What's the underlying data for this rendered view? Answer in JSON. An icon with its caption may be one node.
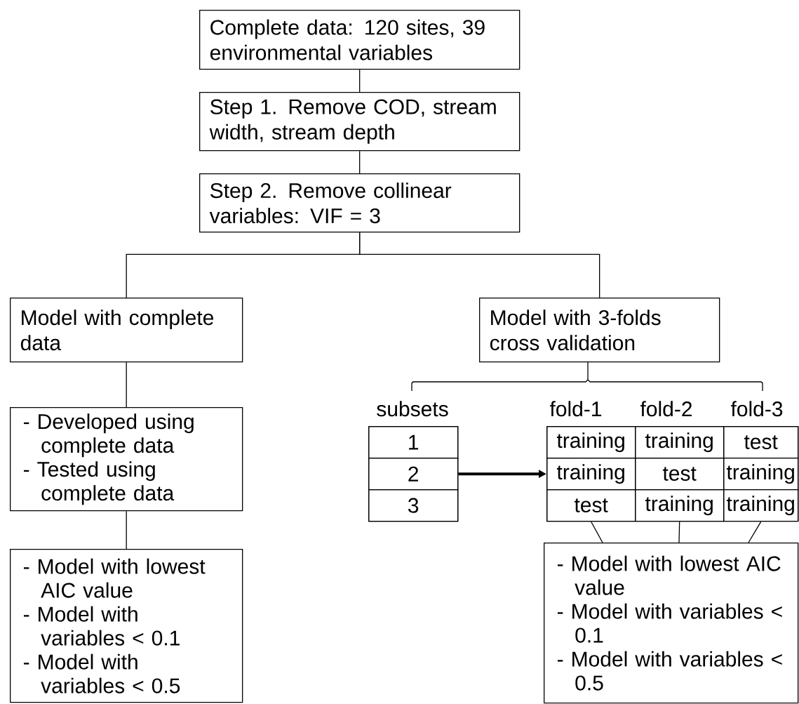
{
  "diagram": {
    "nodes": [
      {
        "text": [
          "Complete data: 120 sites, 39 environmental variables"
        ]
      },
      {
        "text": [
          "Step 1. Remove COD, stream width, stream depth"
        ]
      },
      {
        "text": [
          "Step 2. Remove collinear variables: VIF = 3"
        ]
      },
      {
        "text": [
          "Model with complete data"
        ]
      },
      {
        "text": [
          "Model with 3-folds cross validation"
        ]
      },
      {
        "text": [
          "- Developed using complete data",
          "- Tested using complete data"
        ]
      },
      {
        "text": [
          "- Model with lowest AIC value",
          "- Model with variables < 0.1",
          "- Model with variables < 0.5"
        ]
      },
      {
        "text": [
          "subsets"
        ]
      },
      {
        "text": [
          "1"
        ],
        "in": 7
      },
      {
        "text": [
          "2"
        ],
        "in": 7
      },
      {
        "text": [
          "3"
        ],
        "in": 7
      },
      {
        "text": [
          "fold-1",
          "fold-2",
          "fold-3"
        ]
      },
      {
        "text": [
          "training"
        ],
        "in": 11
      },
      {
        "text": [
          "training"
        ],
        "in": 11
      },
      {
        "text": [
          "test"
        ],
        "in": 11
      },
      {
        "text": [
          "training"
        ],
        "in": 11
      },
      {
        "text": [
          "test"
        ],
        "in": 11
      },
      {
        "text": [
          "training"
        ],
        "in": 11
      },
      {
        "text": [
          "test"
        ],
        "in": 11
      },
      {
        "text": [
          "training"
        ],
        "in": 11
      },
      {
        "text": [
          "training"
        ],
        "in": 11
      },
      {
        "text": [
          "- Model with lowest AIC value",
          "- Model with variables < 0.1",
          "- Model with variables < 0.5"
        ]
      }
    ],
    "edges": [
      {
        "from": 0,
        "to": 1,
        "arrow": "none"
      },
      {
        "from": 1,
        "to": 2,
        "arrow": "none"
      },
      {
        "from": 2,
        "to": 3,
        "arrow": "none"
      },
      {
        "from": 2,
        "to": 4,
        "arrow": "none"
      },
      {
        "from": 3,
        "to": 5,
        "arrow": "none"
      },
      {
        "from": 5,
        "to": 6,
        "arrow": "none"
      },
      {
        "from": 9,
        "to": 11,
        "arrow": "to",
        "style": "thick"
      },
      {
        "from": 18,
        "to": 21,
        "arrow": "none"
      },
      {
        "from": 19,
        "to": 21,
        "arrow": "none"
      },
      {
        "from": 20,
        "to": 21,
        "arrow": "none"
      }
    ]
  }
}
